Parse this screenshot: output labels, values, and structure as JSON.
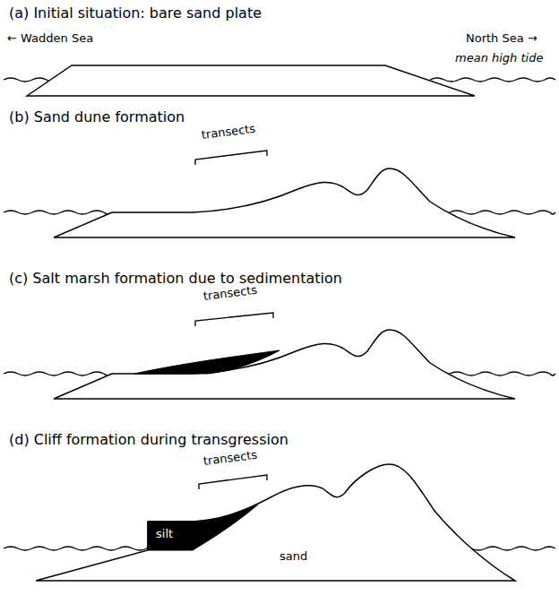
{
  "diagram": {
    "labels": [
      "(a) Initial situation: bare sand plate",
      "← Wadden Sea",
      "North Sea →",
      "mean high tide",
      "(b) Sand dune formation",
      "transects",
      "(c) Salt marsh formation due to sedimentation",
      "transects",
      "(d) Cliff formation during transgression",
      "transects",
      "silt",
      "sand"
    ]
  }
}
